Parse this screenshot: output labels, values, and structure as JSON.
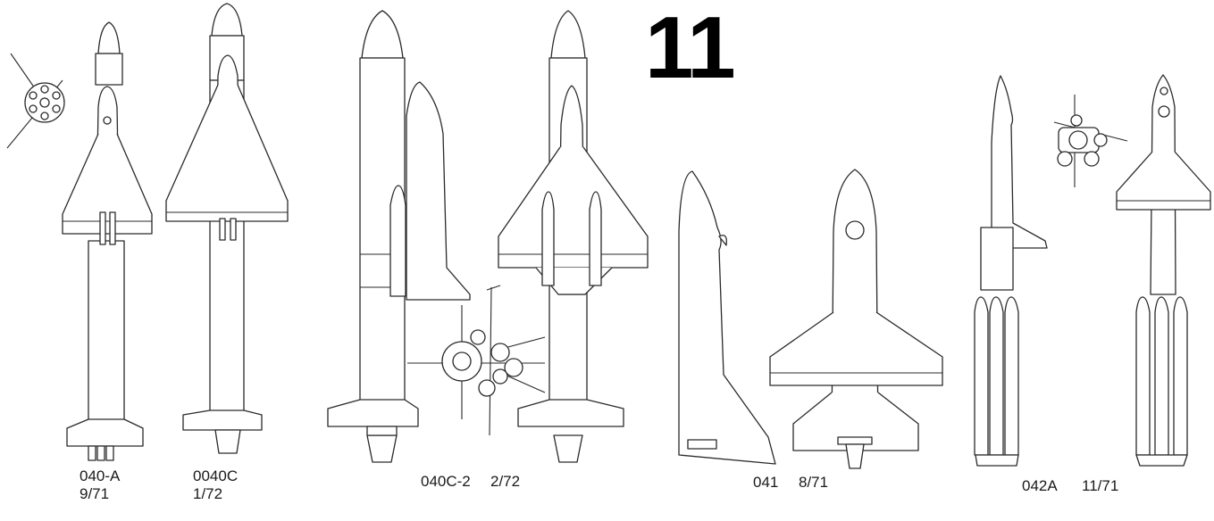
{
  "page_number": "11",
  "configurations": [
    {
      "id": "040a",
      "name": "040-A",
      "date": "9/71"
    },
    {
      "id": "0040c",
      "name": "0040C",
      "date": "1/72"
    },
    {
      "id": "040c2",
      "name": "040C-2",
      "date": "2/72"
    },
    {
      "id": "041",
      "name": "041",
      "date": "8/71"
    },
    {
      "id": "042a",
      "name": "042A",
      "date": "11/71"
    }
  ],
  "drawing": {
    "line_color": "#2a2a2a",
    "background": "#ffffff",
    "style": "line-art"
  }
}
